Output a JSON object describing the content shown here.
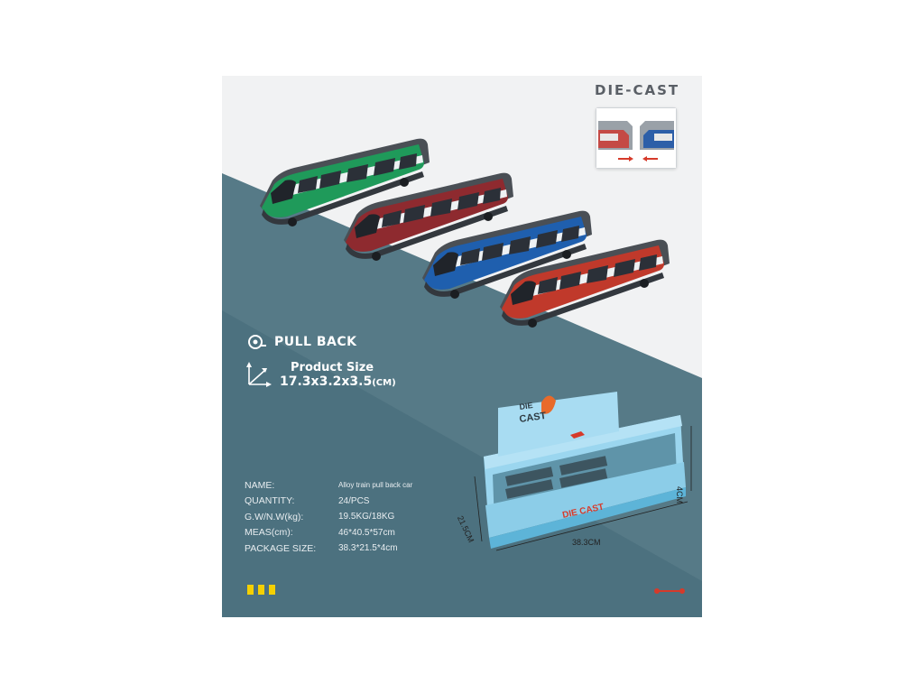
{
  "brand": "DIE-CAST",
  "features": {
    "pull_back": "PULL BACK",
    "size_label": "Product Size",
    "size_value": "17.3x3.2x3.5",
    "size_unit": "(CM)"
  },
  "specs": [
    {
      "key": "NAME:",
      "value": "Alloy train pull back car"
    },
    {
      "key": "QUANTITY:",
      "value": "24/PCS"
    },
    {
      "key": "G.W/N.W(kg):",
      "value": "19.5KG/18KG"
    },
    {
      "key": "MEAS(cm):",
      "value": "46*40.5*57cm"
    },
    {
      "key": "PACKAGE SIZE:",
      "value": "38.3*21.5*4cm"
    }
  ],
  "box": {
    "logo_top": "DIE",
    "logo_bottom": "CAST",
    "front_text": "DIE CAST",
    "dim_width": "38.3CM",
    "dim_depth": "21.5CM",
    "dim_height": "4CM"
  },
  "colors": {
    "teal_dark": "#3f5f6c",
    "teal_mid": "#5a7e8b",
    "light_bg": "#f1f2f3",
    "accent_yellow": "#f5d000",
    "accent_red": "#d63a2a",
    "train_green": "#1f9a5a",
    "train_maroon": "#8e2a2f",
    "train_blue": "#1f5fae",
    "train_red": "#c0392b",
    "box_blue": "#7fcbe8"
  },
  "icons": [
    "pull-back-icon",
    "dimension-arrows-icon",
    "coupling-inset-icon"
  ]
}
